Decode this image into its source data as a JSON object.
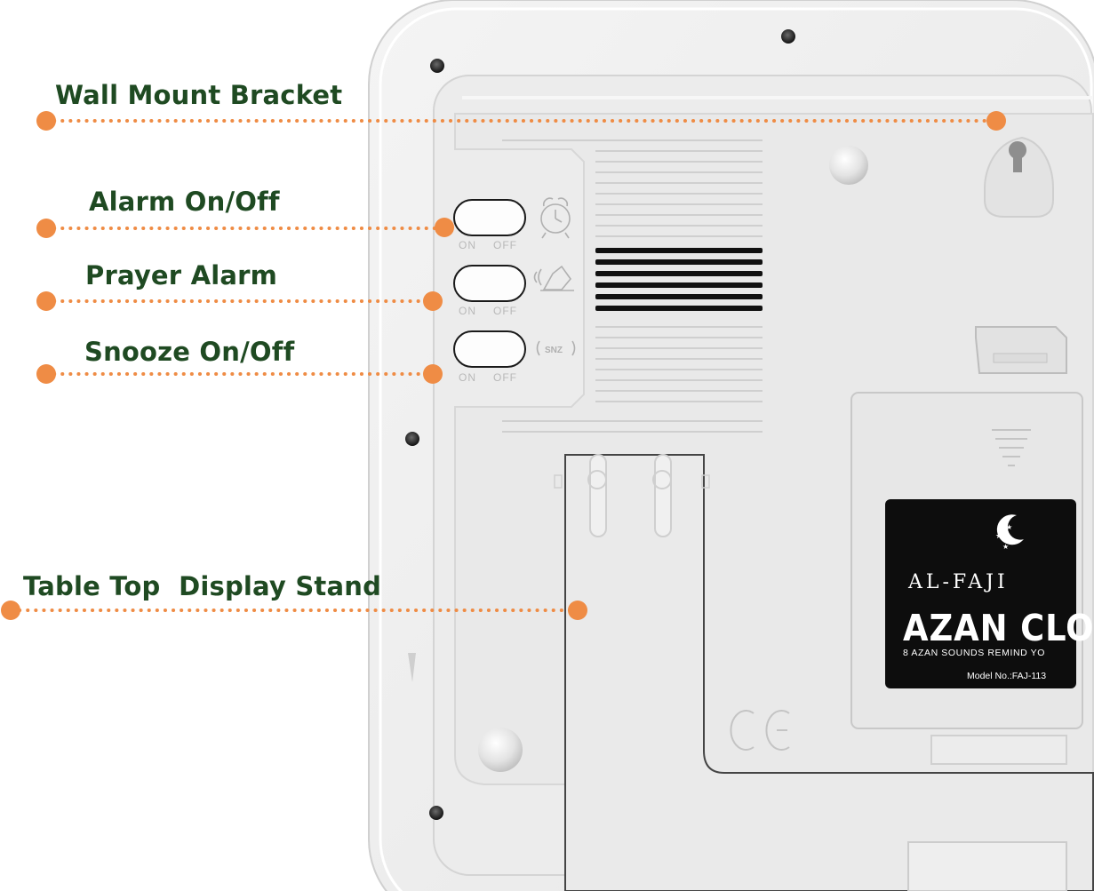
{
  "callouts": {
    "wall_mount": "Wall Mount Bracket",
    "alarm": "Alarm On/Off",
    "prayer": "Prayer Alarm",
    "snooze": "Snooze On/Off",
    "stand": "Table Top  Display Stand"
  },
  "switch_labels": {
    "on": "ON",
    "off": "OFF"
  },
  "snooze_icon_text": "SNZ",
  "sticker": {
    "brand": "AL-FAJI",
    "title": "AZAN CLO",
    "subtitle": "8 AZAN SOUNDS REMIND YO",
    "model": "Model No.:FAJ-113"
  },
  "colors": {
    "label_text": "#1f4a22",
    "callout_dot": "#ef8c45",
    "device_body": "#eeeeee",
    "sticker_bg": "#0d0d0d"
  },
  "icons": [
    "alarm-clock-icon",
    "prayer-bell-icon",
    "snooze-icon",
    "crescent-moon-logo-icon",
    "ce-mark-icon"
  ]
}
